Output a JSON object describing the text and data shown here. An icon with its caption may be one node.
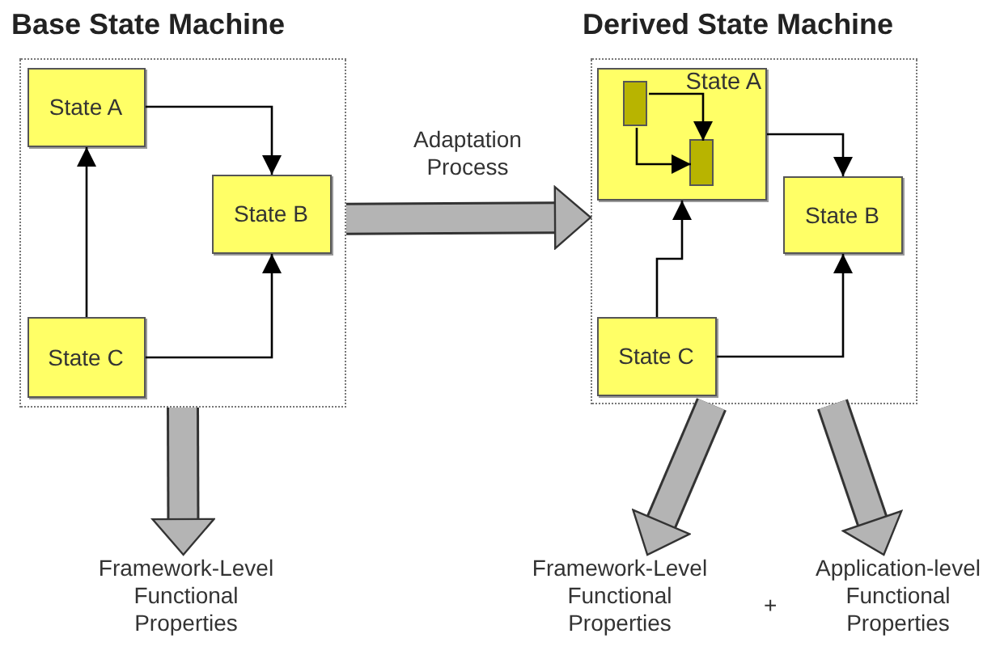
{
  "diagram": {
    "nodes": [
      {
        "text": [
          "Base State Machine"
        ]
      },
      {
        "text": [
          "State A"
        ],
        "in": 0
      },
      {
        "text": [
          "State B"
        ],
        "in": 0
      },
      {
        "text": [
          "State C"
        ],
        "in": 0
      },
      {
        "text": [
          "Derived State Machine"
        ]
      },
      {
        "text": [
          "State A"
        ],
        "in": 4
      },
      {
        "text": [],
        "shape": "box",
        "in": 5
      },
      {
        "text": [],
        "shape": "box",
        "in": 5
      },
      {
        "text": [
          "State B"
        ],
        "in": 4
      },
      {
        "text": [
          "State C"
        ],
        "in": 4
      },
      {
        "text": [
          "Framework-Level Functional Properties"
        ]
      },
      {
        "text": [
          "Framework-Level Functional Properties"
        ]
      },
      {
        "text": [
          "Application-level Functional Properties"
        ]
      }
    ],
    "edges": [
      {
        "from": 1,
        "to": 2,
        "arrow": "to"
      },
      {
        "from": 3,
        "to": 1,
        "arrow": "to"
      },
      {
        "from": 3,
        "to": 2,
        "arrow": "to"
      },
      {
        "from": 0,
        "to": 4,
        "arrow": "to",
        "label": "Adaptation Process",
        "style": "thick",
        "color": "#b4b4b4"
      },
      {
        "from": 6,
        "to": 7,
        "arrow": "to"
      },
      {
        "from": 6,
        "to": 7,
        "arrow": "to"
      },
      {
        "from": 5,
        "to": 8,
        "arrow": "to"
      },
      {
        "from": 9,
        "to": 5,
        "arrow": "to"
      },
      {
        "from": 9,
        "to": 8,
        "arrow": "to"
      },
      {
        "from": 0,
        "to": 10,
        "arrow": "to",
        "style": "thick",
        "color": "#b4b4b4"
      },
      {
        "from": 4,
        "to": 11,
        "arrow": "to",
        "style": "thick",
        "color": "#b4b4b4"
      },
      {
        "from": 4,
        "to": 12,
        "arrow": "to",
        "style": "thick",
        "color": "#b4b4b4"
      }
    ],
    "labels": [
      "+"
    ]
  }
}
